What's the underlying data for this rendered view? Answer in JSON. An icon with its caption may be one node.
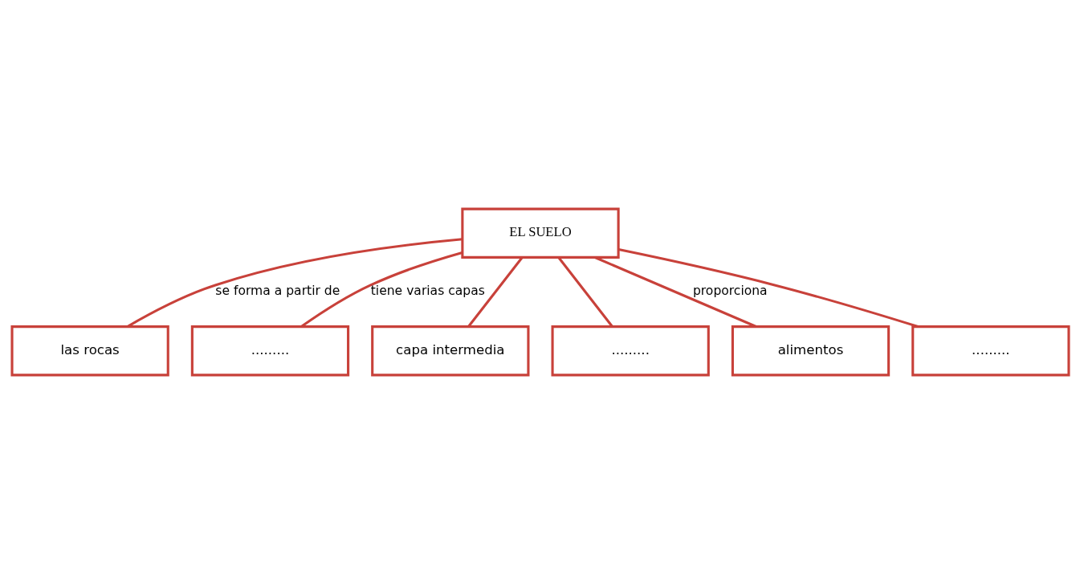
{
  "diagram": {
    "nodes": [
      {
        "text": [
          "EL SUELO"
        ]
      },
      {
        "text": [
          "las rocas"
        ]
      },
      {
        "text": [
          "........."
        ]
      },
      {
        "text": [
          "capa intermedia"
        ]
      },
      {
        "text": [
          "........."
        ]
      },
      {
        "text": [
          "alimentos"
        ]
      },
      {
        "text": [
          "........."
        ]
      }
    ],
    "edges": [
      {
        "from": 0,
        "to": 1,
        "arrow": "none",
        "label": "se forma a partir de"
      },
      {
        "from": 0,
        "to": 2,
        "arrow": "none",
        "label": "tiene varias capas"
      },
      {
        "from": 0,
        "to": 3,
        "arrow": "none"
      },
      {
        "from": 0,
        "to": 4,
        "arrow": "none"
      },
      {
        "from": 0,
        "to": 5,
        "arrow": "none",
        "label": "proporciona"
      },
      {
        "from": 0,
        "to": 6,
        "arrow": "none"
      }
    ]
  }
}
